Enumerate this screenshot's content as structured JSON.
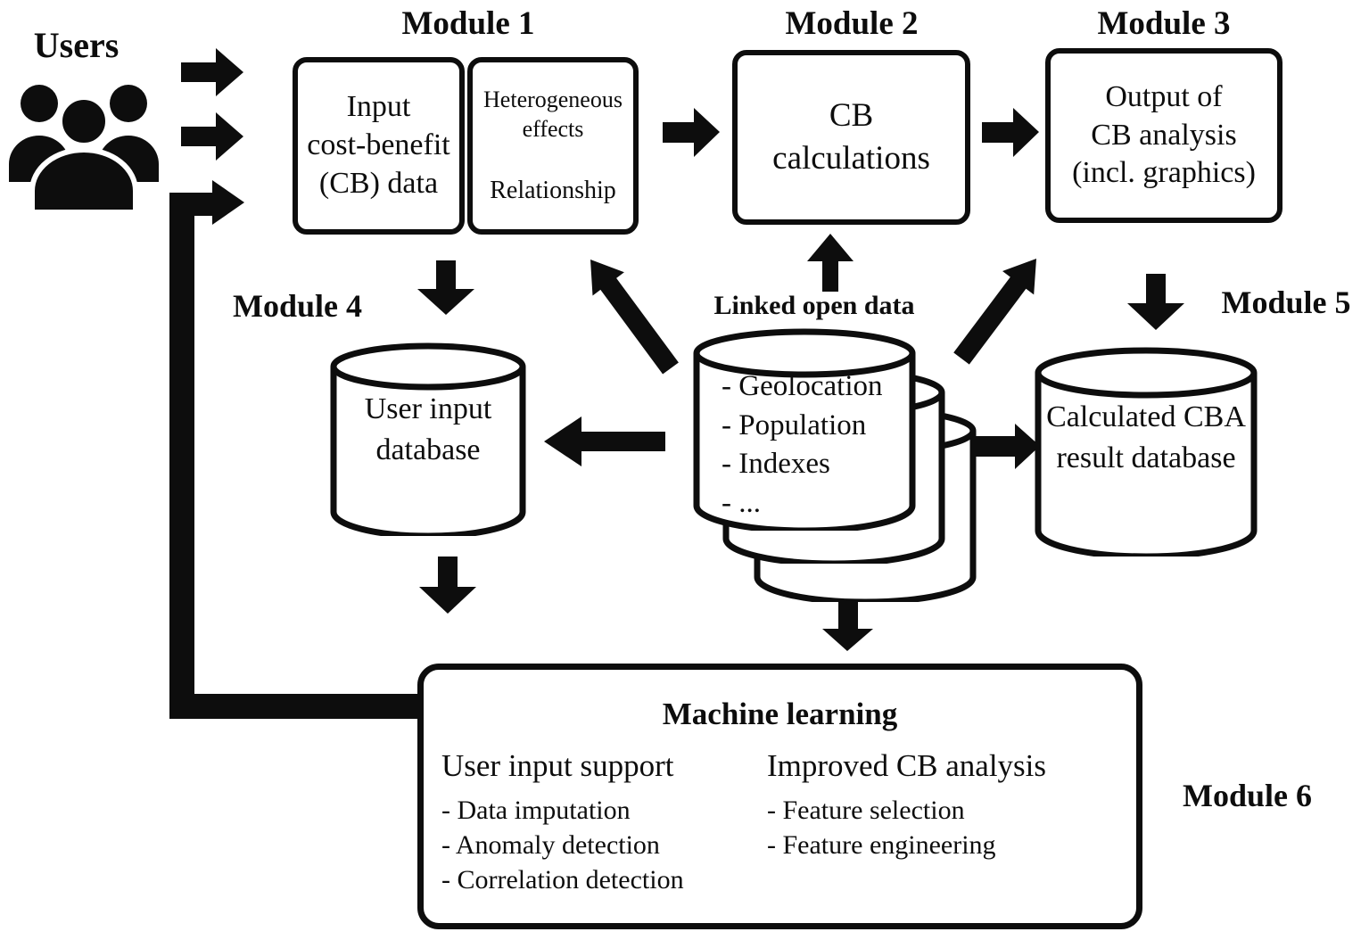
{
  "palette": {
    "ink": "#0d0d0d",
    "background": "#ffffff"
  },
  "users": {
    "label": "Users"
  },
  "linked_open_data": {
    "label": "Linked open data",
    "items": [
      "- Geolocation",
      "- Population",
      "- Indexes",
      "- ..."
    ]
  },
  "modules": {
    "m1": {
      "title": "Module 1",
      "box_a_lines": [
        "Input",
        "cost-benefit",
        "(CB) data"
      ],
      "box_b_top_lines": [
        "Heterogeneous",
        "effects"
      ],
      "box_b_bottom": "Relationship"
    },
    "m2": {
      "title": "Module 2",
      "lines": [
        "CB",
        "calculations"
      ]
    },
    "m3": {
      "title": "Module 3",
      "lines": [
        "Output of",
        "CB analysis",
        "(incl. graphics)"
      ]
    },
    "m4": {
      "title": "Module 4",
      "db_lines": [
        "User input",
        "database"
      ]
    },
    "m5": {
      "title": "Module 5",
      "db_lines": [
        "Calculated",
        "CBA result",
        "database"
      ]
    },
    "m6": {
      "title": "Module 6",
      "heading": "Machine learning",
      "left_column": {
        "header": "User input support",
        "items": [
          "- Data imputation",
          "- Anomaly detection",
          "- Correlation detection"
        ]
      },
      "right_column": {
        "header": "Improved CB analysis",
        "items": [
          "- Feature selection",
          "- Feature engineering"
        ]
      }
    }
  },
  "icons": {
    "users-group-icon": "three-person silhouette",
    "arrow-users-to-module1-a": "right block arrow",
    "arrow-users-to-module1-b": "right block arrow",
    "arrow-feedback-module6-to-users-input": "elbow connector with right arrowhead",
    "arrow-module1-to-module2": "right block arrow",
    "arrow-module2-to-module3": "right block arrow",
    "arrow-module1-to-module4": "down block arrow",
    "arrow-module3-to-module5": "down block arrow",
    "arrow-lod-to-module2": "up block arrow",
    "arrow-lod-to-module1": "diagonal up-left block arrow",
    "arrow-lod-to-module3": "diagonal up-right block arrow",
    "arrow-lod-to-module4": "left block arrow",
    "arrow-lod-to-module5": "right block arrow",
    "arrow-lod-to-module6": "down block arrow",
    "arrow-module4-down": "down block arrow",
    "database-cylinder": "stacked database cylinders"
  }
}
